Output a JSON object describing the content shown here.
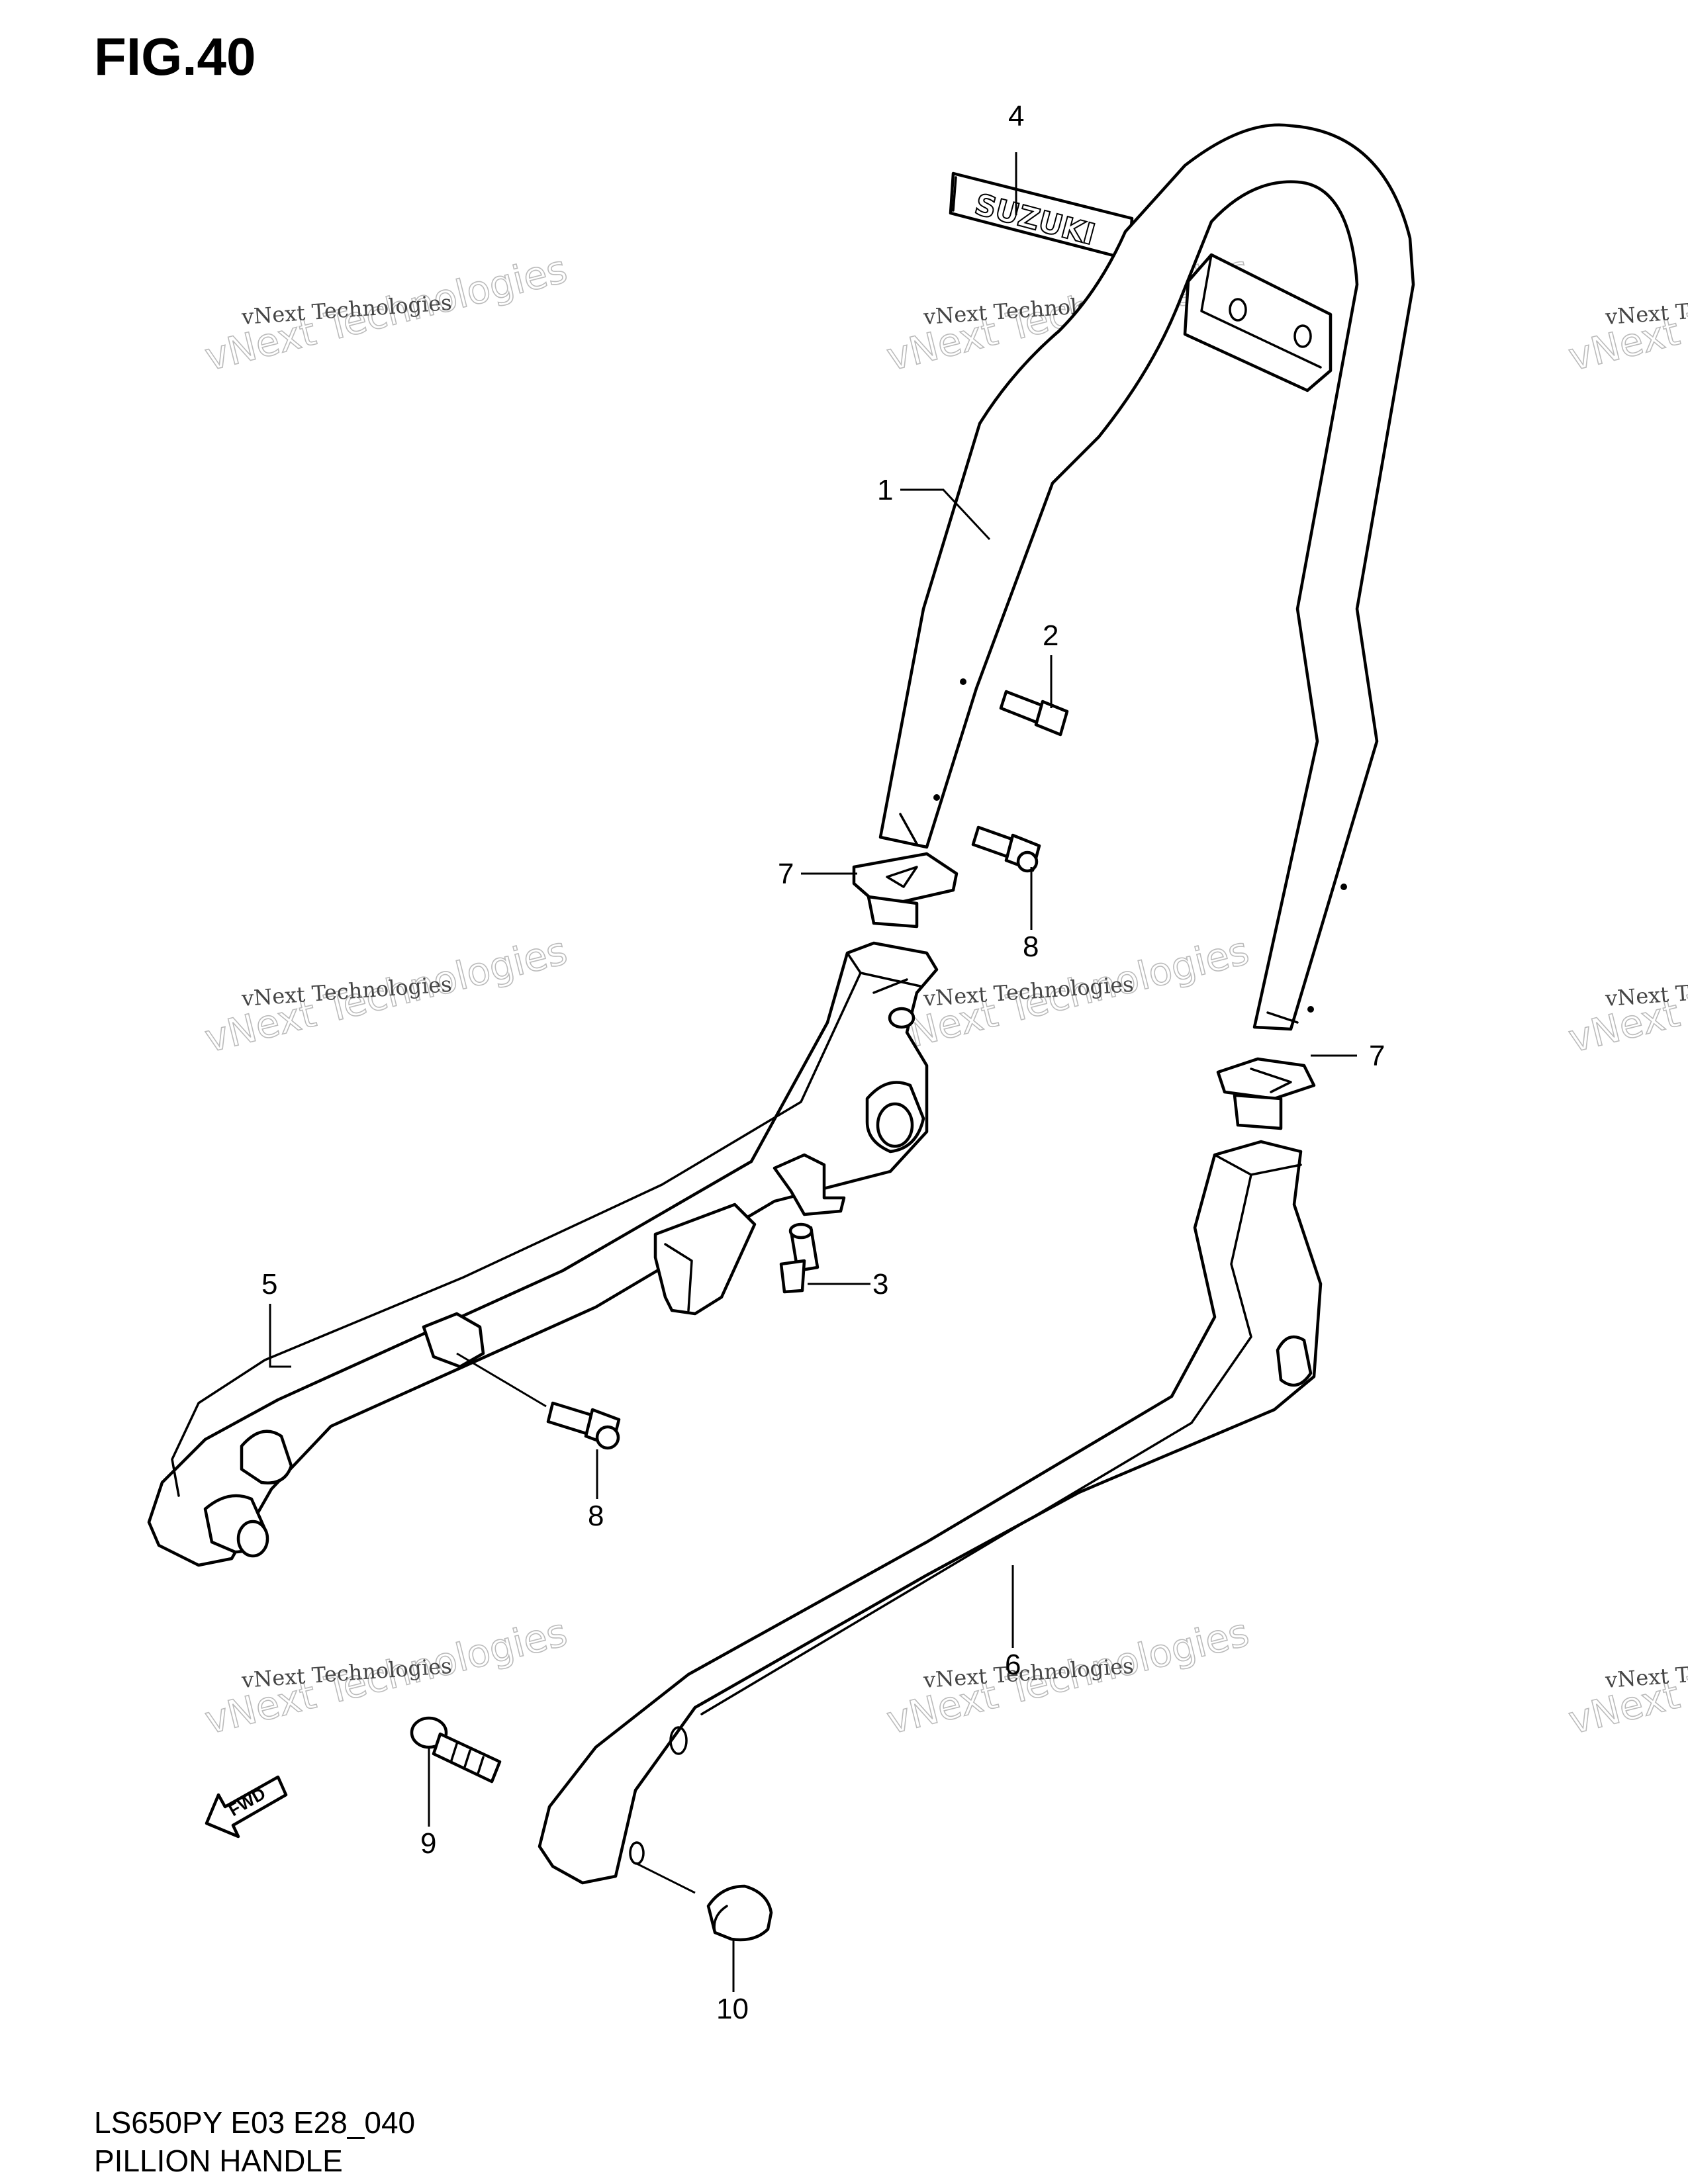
{
  "figure": {
    "title": "FIG.40",
    "model_code": "LS650PY E03 E28_040",
    "section_name": "PILLION HANDLE"
  },
  "watermark": {
    "line1": "vNext Technologies",
    "line2": "vNext Technologies"
  },
  "badge_text": "SUZUKI",
  "direction_label": "FWD",
  "callouts": [
    "1",
    "2",
    "3",
    "4",
    "5",
    "6",
    "7",
    "7",
    "8",
    "8",
    "9",
    "10"
  ]
}
